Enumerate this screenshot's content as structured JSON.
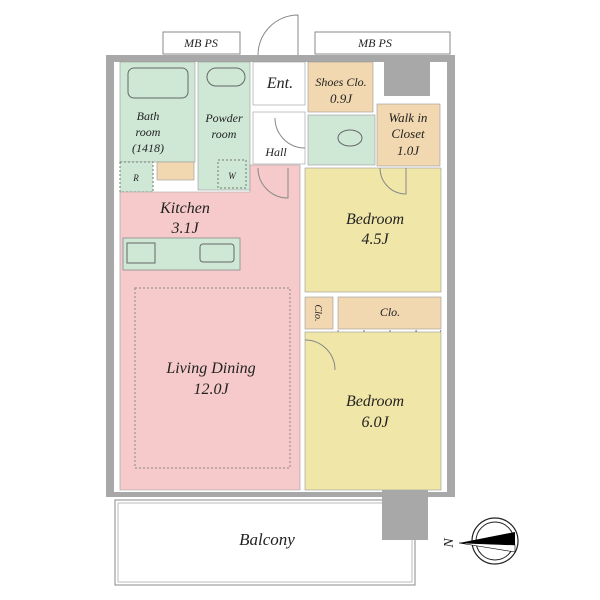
{
  "labels": {
    "mbps_left": "MB PS",
    "mbps_right": "MB PS",
    "entrance": "Ent.",
    "shoes_closet": "Shoes Clo.",
    "shoes_closet_size": "0.9J",
    "walk_in_closet_1": "Walk in",
    "walk_in_closet_2": "Closet",
    "walk_in_closet_size": "1.0J",
    "bath_1": "Bath",
    "bath_2": "room",
    "bath_size": "(1418)",
    "powder_1": "Powder",
    "powder_2": "room",
    "hall": "Hall",
    "fridge": "R",
    "washer": "W",
    "kitchen": "Kitchen",
    "kitchen_size": "3.1J",
    "bedroom1": "Bedroom",
    "bedroom1_size": "4.5J",
    "closet_small": "Clo.",
    "closet": "Clo.",
    "living": "Living Dining",
    "living_size": "12.0J",
    "bedroom2": "Bedroom",
    "bedroom2_size": "6.0J",
    "balcony": "Balcony",
    "north": "N"
  },
  "colors": {
    "wet": "#cfe8d6",
    "storage": "#f2d8b0",
    "living": "#f6caca",
    "bedroom": "#f0e6a8",
    "wall": "#a8a8a8"
  }
}
